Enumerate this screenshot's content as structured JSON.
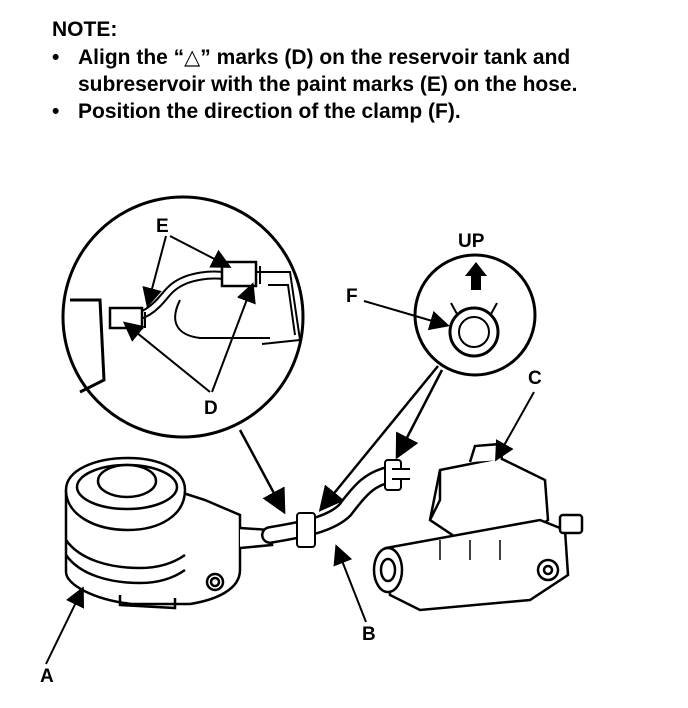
{
  "note": {
    "title": "NOTE:",
    "bullets": [
      "Align the “△” marks (D) on the reservoir tank and subreservoir with the paint marks (E) on the hose.",
      "Position the direction of the clamp (F)."
    ]
  },
  "labels": {
    "A": "A",
    "B": "B",
    "C": "C",
    "D": "D",
    "E": "E",
    "F": "F",
    "up": "UP"
  }
}
